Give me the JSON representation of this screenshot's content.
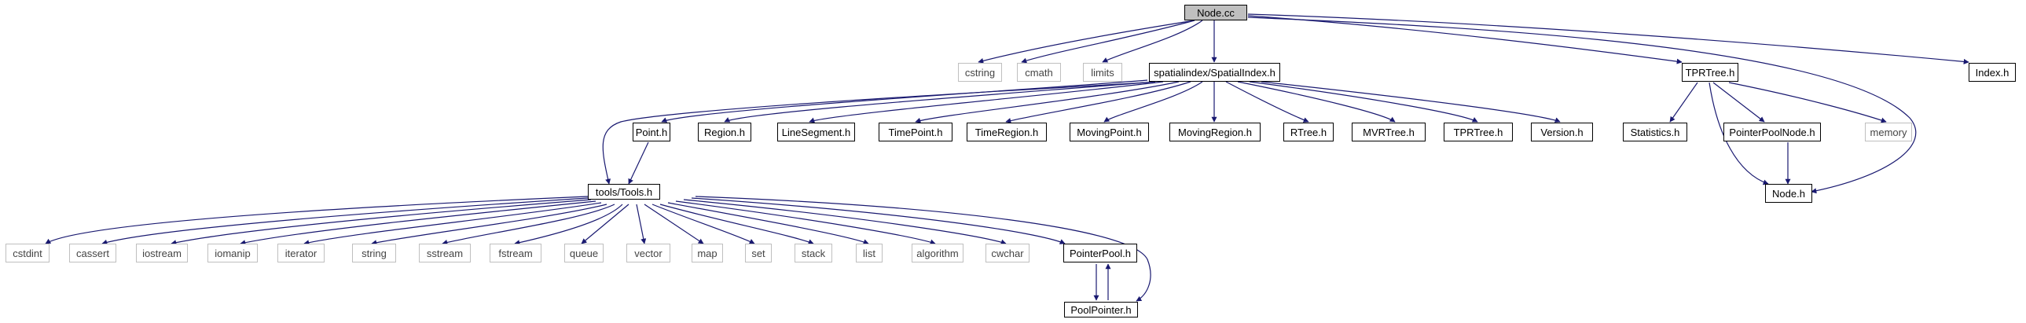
{
  "graph": {
    "edge_color": "#191970",
    "root_fill": "#bfbfbf",
    "system_header_border": "#bfbfbf",
    "nodes": {
      "node_cc": "Node.cc",
      "cstring": "cstring",
      "cmath": "cmath",
      "limits": "limits",
      "spatialindex_h": "spatialindex/SpatialIndex.h",
      "tprtree_h": "TPRTree.h",
      "index_h": "Index.h",
      "point_h": "Point.h",
      "region_h": "Region.h",
      "linesegment_h": "LineSegment.h",
      "timepoint_h": "TimePoint.h",
      "timeregion_h": "TimeRegion.h",
      "movingpoint_h": "MovingPoint.h",
      "movingregion_h": "MovingRegion.h",
      "rtree_h": "RTree.h",
      "mvrtree_h": "MVRTree.h",
      "tprtree2_h": "TPRTree.h",
      "version_h": "Version.h",
      "statistics_h": "Statistics.h",
      "pointerpoolnode_h": "PointerPoolNode.h",
      "memory": "memory",
      "node_h": "Node.h",
      "tools_h": "tools/Tools.h",
      "cstdint": "cstdint",
      "cassert": "cassert",
      "iostream": "iostream",
      "iomanip": "iomanip",
      "iterator": "iterator",
      "string": "string",
      "sstream": "sstream",
      "fstream": "fstream",
      "queue": "queue",
      "vector": "vector",
      "map": "map",
      "set": "set",
      "stack": "stack",
      "list": "list",
      "algorithm": "algorithm",
      "cwchar": "cwchar",
      "pointerpool_h": "PointerPool.h",
      "poolpointer_h": "PoolPointer.h"
    }
  }
}
